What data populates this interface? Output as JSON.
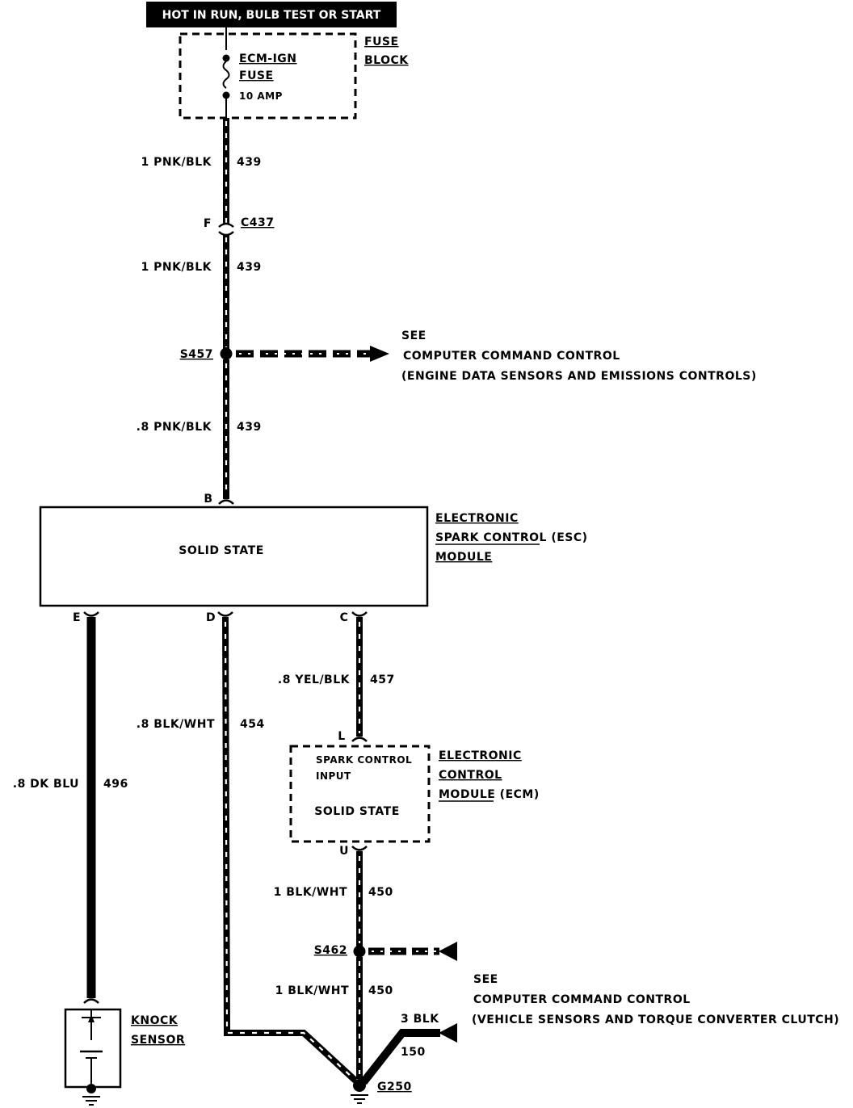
{
  "header": {
    "power_label": "HOT IN RUN, BULB TEST OR START"
  },
  "fuse_block": {
    "name_line1": "FUSE",
    "name_line2": "BLOCK",
    "fuse_name_line1": "ECM-IGN",
    "fuse_name_line2": "FUSE",
    "fuse_rating": "10 AMP"
  },
  "wires": {
    "w1": {
      "gauge_color": "1 PNK/BLK",
      "circuit": "439"
    },
    "w2": {
      "gauge_color": "1 PNK/BLK",
      "circuit": "439"
    },
    "w3": {
      "gauge_color": ".8 PNK/BLK",
      "circuit": "439"
    },
    "w_e": {
      "gauge_color": ".8 DK BLU",
      "circuit": "496"
    },
    "w_d": {
      "gauge_color": ".8 BLK/WHT",
      "circuit": "454"
    },
    "w_c": {
      "gauge_color": ".8 YEL/BLK",
      "circuit": "457"
    },
    "w_u1": {
      "gauge_color": "1 BLK/WHT",
      "circuit": "450"
    },
    "w_u2": {
      "gauge_color": "1 BLK/WHT",
      "circuit": "450"
    },
    "w_ground": {
      "gauge_color": "3 BLK",
      "circuit": "150"
    }
  },
  "connector_c437": {
    "pin": "F",
    "name": "C437"
  },
  "splice_s457": {
    "name": "S457",
    "ref_line1": "SEE",
    "ref_line2": "COMPUTER COMMAND CONTROL",
    "ref_line3": "(ENGINE DATA SENSORS AND EMISSIONS CONTROLS)"
  },
  "esc_module": {
    "body_text": "SOLID STATE",
    "name_line1": "ELECTRONIC",
    "name_line2": "SPARK CONTROL (ESC)",
    "name_line3": "MODULE",
    "pin_b": "B",
    "pin_e": "E",
    "pin_d": "D",
    "pin_c": "C"
  },
  "ecm": {
    "input_line1": "SPARK CONTROL",
    "input_line2": "INPUT",
    "body_text": "SOLID STATE",
    "name_line1": "ELECTRONIC",
    "name_line2": "CONTROL",
    "name_line3": "MODULE (ECM)",
    "pin_l": "L",
    "pin_u": "U"
  },
  "splice_s462": {
    "name": "S462",
    "ref_line1": "SEE",
    "ref_line2": "COMPUTER COMMAND CONTROL",
    "ref_line3": "(VEHICLE SENSORS AND TORQUE CONVERTER CLUTCH)"
  },
  "knock_sensor": {
    "name_line1": "KNOCK",
    "name_line2": "SENSOR"
  },
  "ground": {
    "name": "G250"
  }
}
